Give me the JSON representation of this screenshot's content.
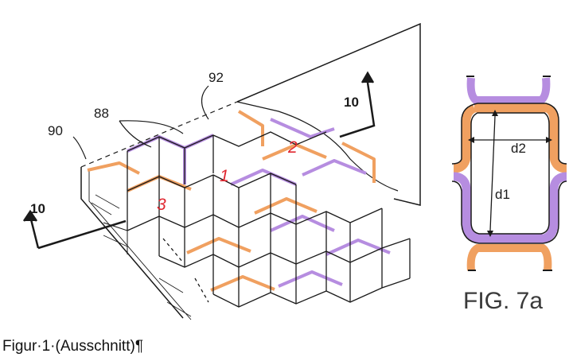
{
  "figure": {
    "labels": {
      "l90": "90",
      "l88": "88",
      "l92": "92",
      "l10_left": "10",
      "l10_right": "10",
      "cell1": "1",
      "cell2": "2",
      "cell3": "3",
      "d1": "d1",
      "d2": "d2"
    },
    "fig_title": "FIG. 7a"
  },
  "caption": "Figur·1·(Ausschnitt)¶",
  "colors": {
    "orange": "#f0a060",
    "purple": "#b68de0",
    "ink": "#1a1a1a",
    "red": "#e0262f"
  }
}
